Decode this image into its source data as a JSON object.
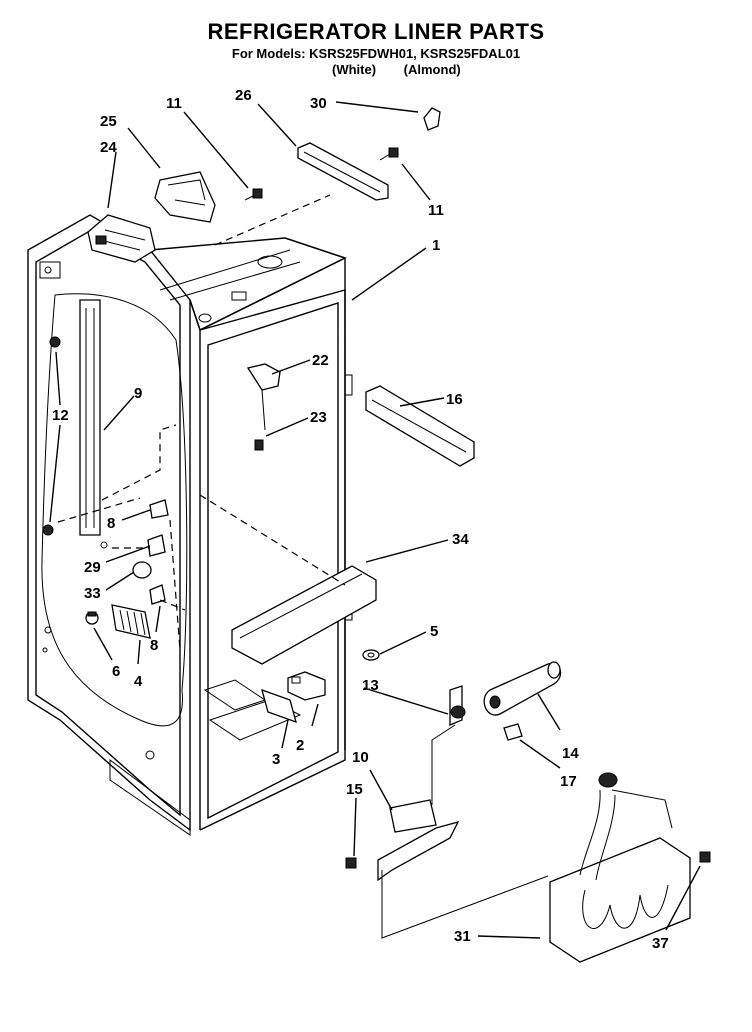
{
  "header": {
    "title": "REFRIGERATOR LINER PARTS",
    "models_line": "For Models: KSRS25FDWH01, KSRS25FDAL01",
    "variant_white": "(White)",
    "variant_almond": "(Almond)"
  },
  "callouts": {
    "c1": "1",
    "c2": "2",
    "c3": "3",
    "c4": "4",
    "c5": "5",
    "c6": "6",
    "c8a": "8",
    "c8b": "8",
    "c9": "9",
    "c10": "10",
    "c11a": "11",
    "c11b": "11",
    "c12": "12",
    "c13": "13",
    "c14": "14",
    "c15": "15",
    "c16": "16",
    "c17": "17",
    "c22": "22",
    "c23": "23",
    "c24": "24",
    "c25": "25",
    "c26": "26",
    "c29": "29",
    "c30": "30",
    "c31": "31",
    "c33": "33",
    "c34": "34",
    "c37": "37"
  }
}
